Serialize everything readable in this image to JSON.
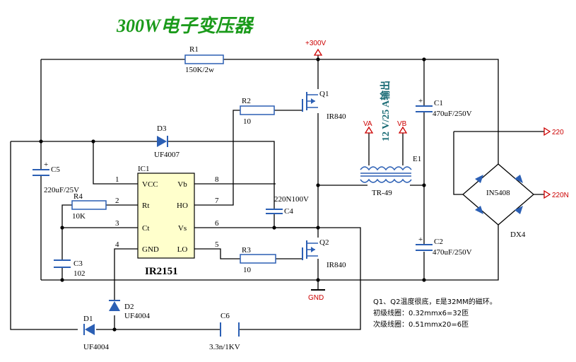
{
  "title": "300W电子变压器",
  "ic": {
    "ref": "IC1",
    "part": "IR2151",
    "pins_left": [
      {
        "n": "1",
        "name": "VCC"
      },
      {
        "n": "2",
        "name": "Rt"
      },
      {
        "n": "3",
        "name": "Ct"
      },
      {
        "n": "4",
        "name": "GND"
      }
    ],
    "pins_right": [
      {
        "n": "8",
        "name": "Vb"
      },
      {
        "n": "7",
        "name": "HO"
      },
      {
        "n": "6",
        "name": "Vs"
      },
      {
        "n": "5",
        "name": "LO"
      }
    ]
  },
  "labels": {
    "r1_ref": "R1",
    "r1_val": "150K/2w",
    "r2_ref": "R2",
    "r2_val": "10",
    "r3_ref": "R3",
    "r3_val": "10",
    "r4_ref": "R4",
    "r4_val": "10K",
    "d3_ref": "D3",
    "d3_val": "UF4007",
    "d2_ref": "D2",
    "d2_val": "UF4004",
    "d1_ref": "D1",
    "d1_val": "UF4004",
    "c5_ref": "C5",
    "c5_val": "220uF/25V",
    "c4_val": "220N100V",
    "c4_ref": "C4",
    "c3_ref": "C3",
    "c3_val": "102",
    "c6_ref": "C6",
    "c6_val": "3.3n/1KV",
    "c1_ref": "C1",
    "c1_val": "470uF/250V",
    "c2_ref": "C2",
    "c2_val": "470uF/250V",
    "q1_ref": "Q1",
    "q1_val": "IR840",
    "q2_ref": "Q2",
    "q2_val": "IR840",
    "tr_ref": "E1",
    "tr_val": "TR-49",
    "bridge_part": "IN5408",
    "bridge_ref": "DX4",
    "va": "VA",
    "vb": "VB",
    "v300": "+300V",
    "gnd": "GND",
    "ac1": "220",
    "ac2": "220N",
    "output": "12 V/25 A输出"
  },
  "notes": [
    "Q1、Q2温度很底，E是32MM的磁环。",
    "初级线圈：0.32mmx6=32匝",
    "次级线圈：0.51mmx20=6匝"
  ],
  "colors": {
    "title": "#1a9a1a",
    "output": "#1a6b75",
    "component": "#2b5fb4",
    "terminal": "#c00000",
    "ic_fill": "#ffffcc"
  }
}
